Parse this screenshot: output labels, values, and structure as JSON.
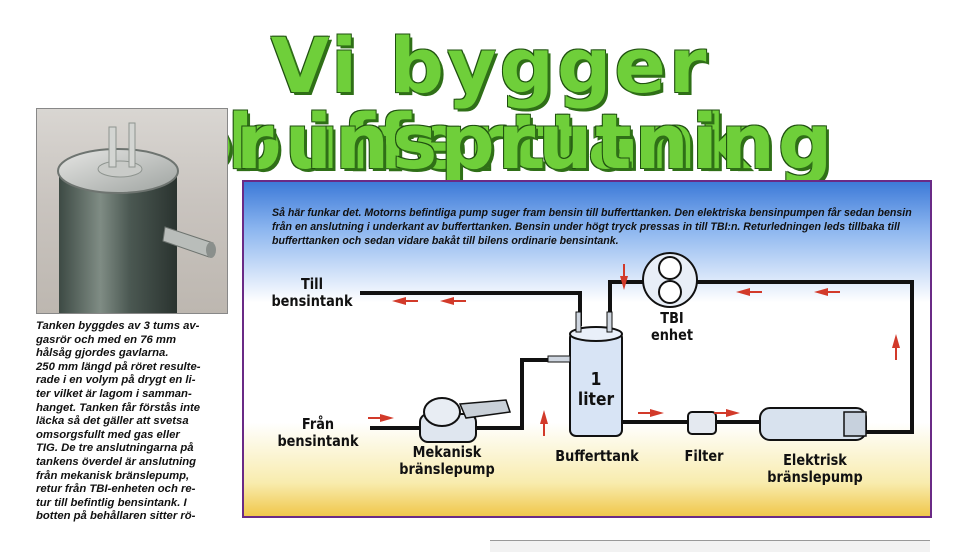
{
  "headline": {
    "line1": "Vi bygger bufferttank",
    "line2": "för insprutning",
    "color": "#6fcf3a"
  },
  "photo_caption": "Tanken byggdes av 3 tums av-\ngasrör och med en 76 mm\nhålsåg gjordes gavlarna.\n250 mm längd på röret resulte-\nrade i en volym på drygt en li-\nter vilket är lagom i samman-\nhanget. Tanken får förstås inte\nläcka så det gäller att svetsa\nomsorgsfullt med gas eller\nTIG. De tre anslutningarna på\ntankens överdel är anslutning\nfrån mekanisk bränslepump,\nretur från TBI-enheten och re-\ntur till befintlig bensintank. I\nbotten på behållaren sitter rö-",
  "diagram": {
    "description": "Så här funkar det. Motorns befintliga pump suger fram bensin till bufferttanken. Den elektriska bensinpumpen får sedan bensin från en anslutning i underkant av bufferttanken. Bensin under högt tryck pressas in till TBI:n. Returledningen leds tillbaka till bufferttanken och sedan vidare bakåt till bilens ordinarie bensintank.",
    "labels": {
      "till_bensintank": "Till\nbensintank",
      "fran_bensintank": "Från\nbensintank",
      "mekanisk": "Mekanisk\nbränslepump",
      "tank_volume": "1\nliter",
      "bufferttank": "Bufferttank",
      "filter": "Filter",
      "elektrisk": "Elektrisk\nbränslepump",
      "tbi": "TBI\nenhet"
    },
    "colors": {
      "pipe": "#111111",
      "arrow": "#d23a2a",
      "frame": "#6a2a86"
    }
  }
}
